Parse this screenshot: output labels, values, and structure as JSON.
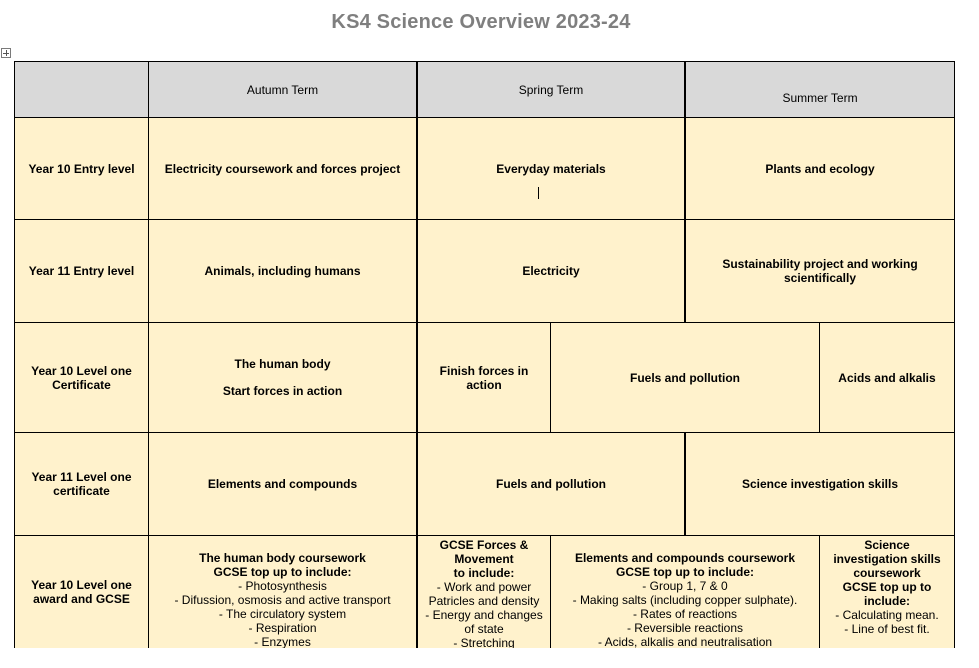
{
  "title": "KS4 Science Overview 2023-24",
  "header": {
    "autumn": "Autumn Term",
    "spring": "Spring Term",
    "summer": "Summer Term"
  },
  "rows": {
    "r1": {
      "label": "Year 10 Entry level",
      "autumn": "Electricity coursework and forces project",
      "spring": "Everyday materials",
      "summer": "Plants and ecology"
    },
    "r2": {
      "label": "Year 11 Entry level",
      "autumn": "Animals, including humans",
      "spring": "Electricity",
      "summer_l1": "Sustainability project and working",
      "summer_l2": "scientifically"
    },
    "r3": {
      "label_l1": "Year 10 Level one",
      "label_l2": "Certificate",
      "autumn_l1": "The human body",
      "autumn_l2": "Start forces in action",
      "spring_a_l1": "Finish forces in",
      "spring_a_l2": "action",
      "spring_b": "Fuels and pollution",
      "summer": "Acids and alkalis"
    },
    "r4": {
      "label_l1": "Year 11 Level one",
      "label_l2": "certificate",
      "autumn": "Elements and compounds",
      "spring": "Fuels and pollution",
      "summer": "Science investigation skills"
    },
    "r5": {
      "label_l1": "Year 10 Level one",
      "label_l2": "award and GCSE",
      "autumn": {
        "head1": "The human body coursework",
        "head2": "GCSE top up to include:",
        "items": [
          "- Photosynthesis",
          "- Difussion, osmosis and active transport",
          "- The circulatory system",
          "- Respiration",
          "- Enzymes"
        ]
      },
      "spring_a": {
        "head1": "GCSE Forces &",
        "head2": "Movement",
        "head3": "to include:",
        "items": [
          "- Work and power",
          "Patricles and density",
          "- Energy and changes",
          "of state",
          "- Stretching"
        ]
      },
      "spring_b": {
        "head1": "Elements and compounds coursework",
        "head2": "GCSE top up to include:",
        "items": [
          "- Group 1, 7 & 0",
          "- Making salts (including copper sulphate).",
          "- Rates of reactions",
          "- Reversible reactions",
          "- Acids, alkalis and neutralisation"
        ]
      },
      "summer": {
        "head1": "Science",
        "head2": "investigation skills",
        "head3": "coursework",
        "head4": "GCSE top up to",
        "head5": "include:",
        "items": [
          "- Calculating mean.",
          "- Line of best fit."
        ]
      }
    }
  }
}
